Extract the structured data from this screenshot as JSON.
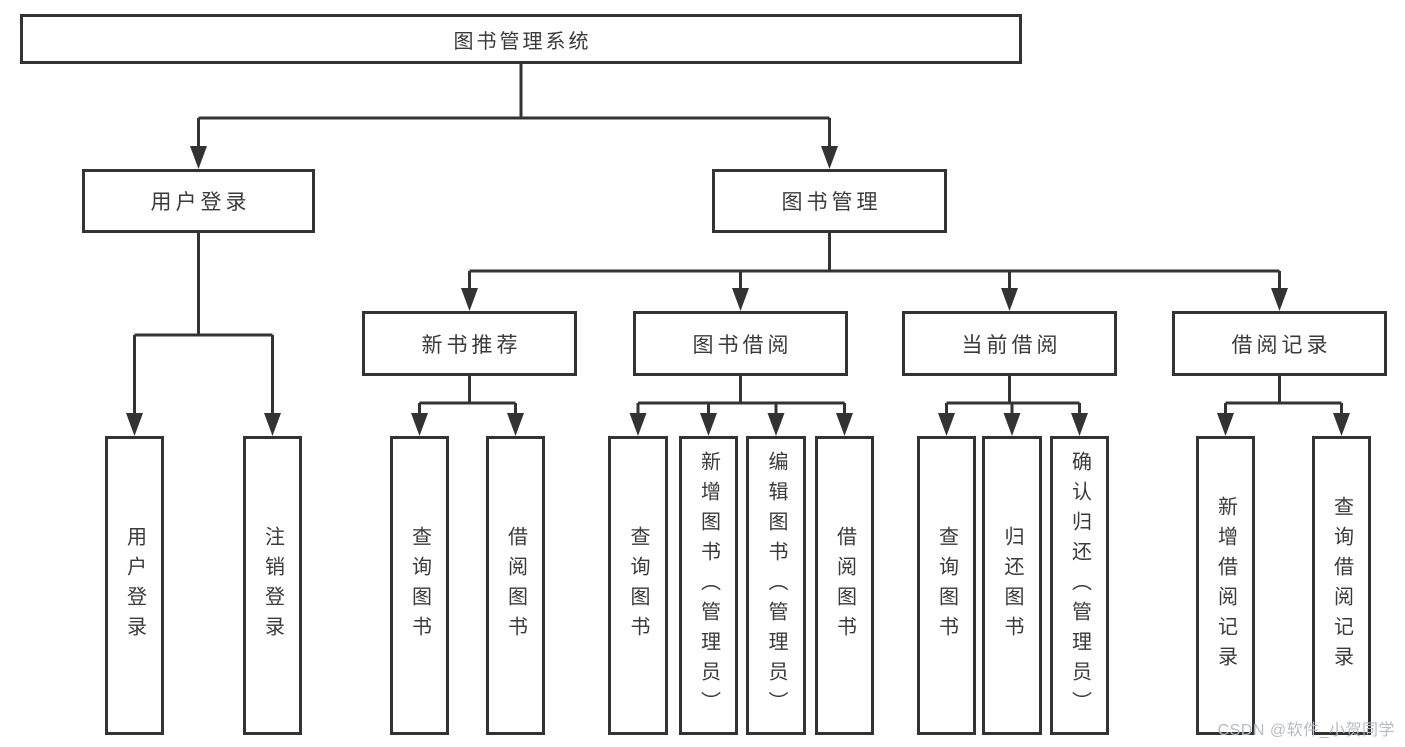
{
  "diagram": {
    "type": "hierarchy-tree",
    "colors": {
      "line": "#333333",
      "box_border": "#333333",
      "text": "#3a3a3a",
      "background": "#ffffff",
      "watermark_text": "#b8bcc2"
    }
  },
  "tree": {
    "root": {
      "label": "图书管理系统",
      "children": [
        {
          "label": "用户登录",
          "children": [
            {
              "label": "用户登录"
            },
            {
              "label": "注销登录"
            }
          ]
        },
        {
          "label": "图书管理",
          "children": [
            {
              "label": "新书推荐",
              "children": [
                {
                  "label": "查询图书"
                },
                {
                  "label": "借阅图书"
                }
              ]
            },
            {
              "label": "图书借阅",
              "children": [
                {
                  "label": "查询图书"
                },
                {
                  "label": "新增图书（管理员）"
                },
                {
                  "label": "编辑图书（管理员）"
                },
                {
                  "label": "借阅图书"
                }
              ]
            },
            {
              "label": "当前借阅",
              "children": [
                {
                  "label": "查询图书"
                },
                {
                  "label": "归还图书"
                },
                {
                  "label": "确认归还（管理员）"
                }
              ]
            },
            {
              "label": "借阅记录",
              "children": [
                {
                  "label": "新增借阅记录"
                },
                {
                  "label": "查询借阅记录"
                }
              ]
            }
          ]
        }
      ]
    }
  },
  "watermark": {
    "text": "CSDN @软件_小贺同学"
  }
}
